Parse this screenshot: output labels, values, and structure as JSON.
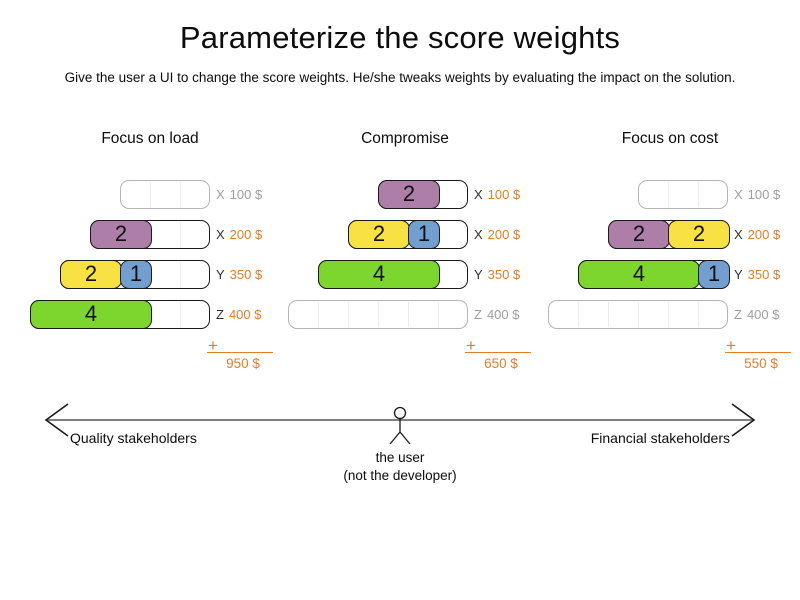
{
  "title": "Parameterize the score weights",
  "subtitle": "Give the user a UI to change the score weights. He/she tweaks weights by evaluating the impact on the solution.",
  "plus_sign": "+",
  "colors": {
    "purple": "#ad7fa8",
    "yellow": "#f7e143",
    "blue": "#729fcf",
    "green": "#7cd62e",
    "orange": "#e07f28"
  },
  "panels": [
    {
      "title": "Focus on load",
      "total": "950 $",
      "rows": [
        {
          "cells": 3,
          "letter": "X",
          "price": "100 $",
          "active": false,
          "blocks": []
        },
        {
          "cells": 4,
          "letter": "X",
          "price": "200 $",
          "active": true,
          "blocks": [
            {
              "value": "2",
              "span": 2,
              "color": "purple"
            }
          ]
        },
        {
          "cells": 5,
          "letter": "Y",
          "price": "350 $",
          "active": true,
          "blocks": [
            {
              "value": "2",
              "span": 2,
              "color": "yellow"
            },
            {
              "value": "1",
              "span": 1,
              "color": "blue"
            }
          ]
        },
        {
          "cells": 6,
          "letter": "Z",
          "price": "400 $",
          "active": true,
          "blocks": [
            {
              "value": "4",
              "span": 4,
              "color": "green"
            }
          ]
        }
      ]
    },
    {
      "title": "Compromise",
      "total": "650 $",
      "rows": [
        {
          "cells": 3,
          "letter": "X",
          "price": "100 $",
          "active": true,
          "blocks": [
            {
              "value": "2",
              "span": 2,
              "color": "purple"
            }
          ]
        },
        {
          "cells": 4,
          "letter": "X",
          "price": "200 $",
          "active": true,
          "blocks": [
            {
              "value": "2",
              "span": 2,
              "color": "yellow"
            },
            {
              "value": "1",
              "span": 1,
              "color": "blue"
            }
          ]
        },
        {
          "cells": 5,
          "letter": "Y",
          "price": "350 $",
          "active": true,
          "blocks": [
            {
              "value": "4",
              "span": 4,
              "color": "green"
            }
          ]
        },
        {
          "cells": 6,
          "letter": "Z",
          "price": "400 $",
          "active": false,
          "blocks": []
        }
      ]
    },
    {
      "title": "Focus on cost",
      "total": "550 $",
      "rows": [
        {
          "cells": 3,
          "letter": "X",
          "price": "100 $",
          "active": false,
          "blocks": []
        },
        {
          "cells": 4,
          "letter": "X",
          "price": "200 $",
          "active": true,
          "blocks": [
            {
              "value": "2",
              "span": 2,
              "color": "purple"
            },
            {
              "value": "2",
              "span": 2,
              "color": "yellow"
            }
          ]
        },
        {
          "cells": 5,
          "letter": "Y",
          "price": "350 $",
          "active": true,
          "blocks": [
            {
              "value": "4",
              "span": 4,
              "color": "green"
            },
            {
              "value": "1",
              "span": 1,
              "color": "blue"
            }
          ]
        },
        {
          "cells": 6,
          "letter": "Z",
          "price": "400 $",
          "active": false,
          "blocks": []
        }
      ]
    }
  ],
  "axis": {
    "left_label": "Quality stakeholders",
    "right_label": "Financial stakeholders",
    "user_line1": "the user",
    "user_line2": "(not the developer)"
  }
}
